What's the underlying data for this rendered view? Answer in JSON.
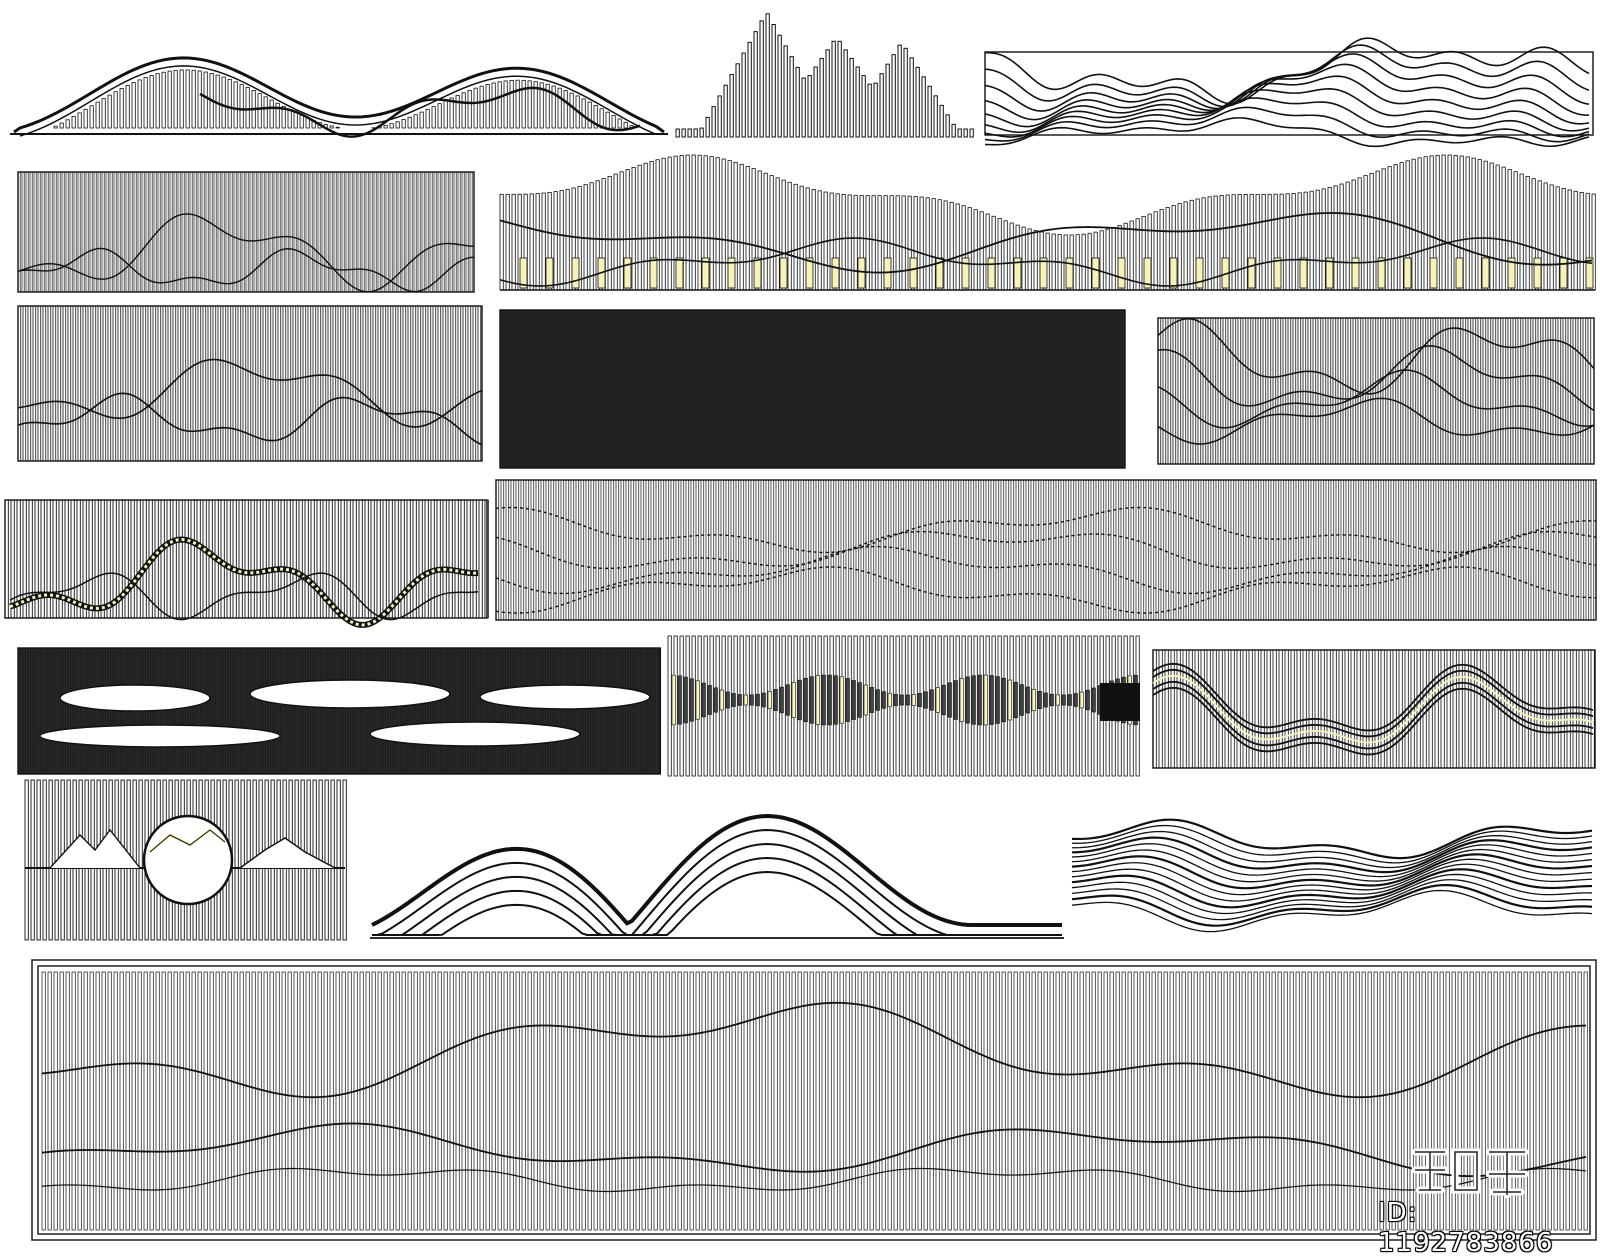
{
  "watermark": {
    "logo_icon": "zhimo-logo-icon",
    "id_text": "ID: 1192783866"
  },
  "colors": {
    "line": "#111111",
    "dark_fill": "#2a2a2a",
    "accent": "#f6f2b8"
  },
  "panels": [
    "mountain-screen-outline-peaks",
    "mountain-screen-pyramid-bars",
    "mountain-screen-contour-lines",
    "grille-panel-two-ridges",
    "grille-panel-wave-gold",
    "grille-panel-ridges-medium",
    "grille-panel-solid-dark",
    "grille-panel-ridges-right",
    "grille-panel-knot-ridge",
    "grille-panel-dotted-ridges",
    "grille-panel-clouds",
    "grille-panel-zigzag-gold",
    "grille-panel-rope-waves",
    "grille-panel-moon-circle",
    "mountain-outline-large",
    "wave-lines-panel",
    "grille-panel-framed-large"
  ]
}
